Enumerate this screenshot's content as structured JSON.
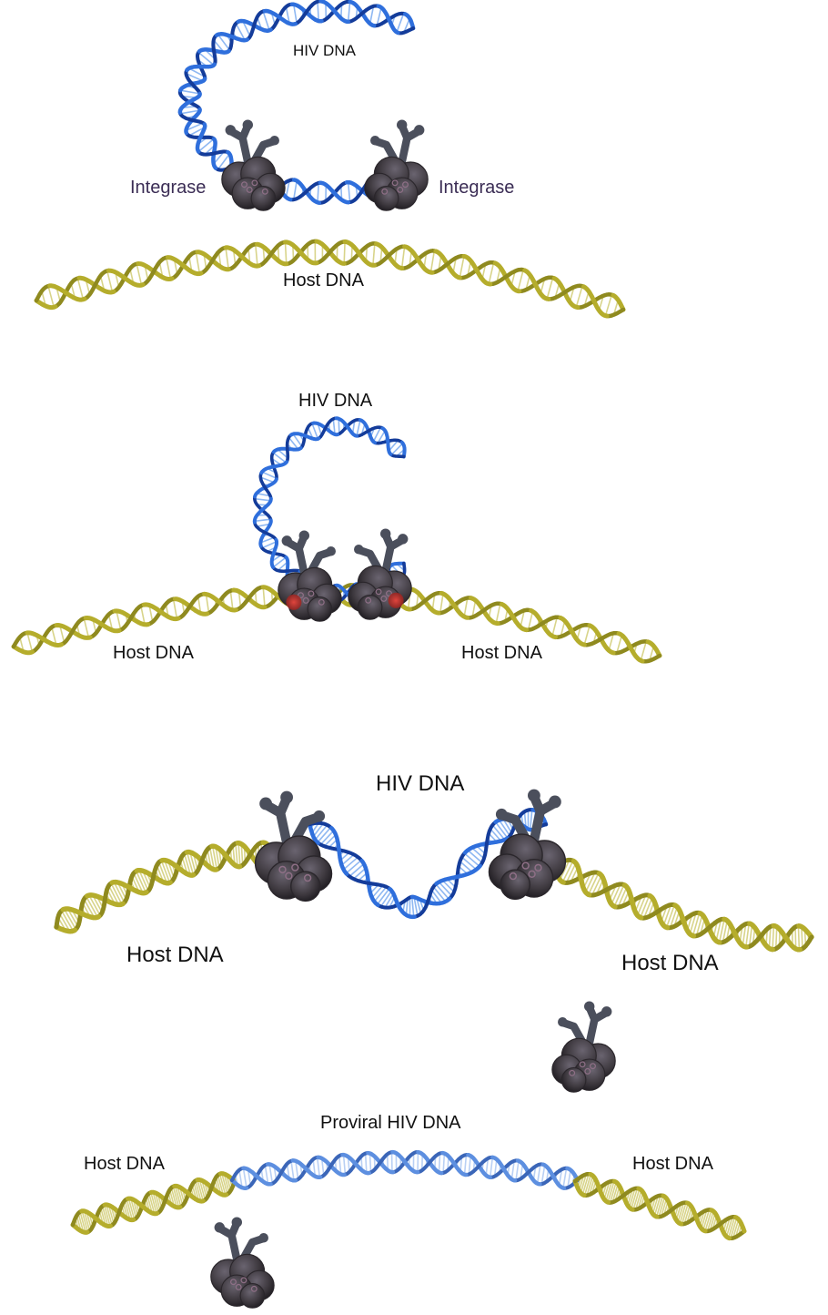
{
  "panel1": {
    "hiv_label": "HIV DNA",
    "host_label": "Host DNA",
    "integrase_left": "Integrase",
    "integrase_right": "Integrase"
  },
  "panel2": {
    "hiv_label": "HIV DNA",
    "host_left": "Host DNA",
    "host_right": "Host DNA"
  },
  "panel3": {
    "hiv_label": "HIV DNA",
    "host_left": "Host DNA",
    "host_right": "Host DNA"
  },
  "panel4": {
    "proviral_label": "Proviral HIV DNA",
    "host_left": "Host DNA",
    "host_right": "Host DNA"
  },
  "colors": {
    "host_strand": "#b5ad2c",
    "host_strand_dark": "#8f8a1f",
    "host_rung": "#d8d48a",
    "hiv_strand": "#2f6fdc",
    "hiv_strand_dark": "#143c9a",
    "hiv_rung": "#8fb8f2",
    "proviral_strand": "#5d8fe0",
    "integrase_body": "#3f3a40",
    "integrase_shade": "#2a262b",
    "integrase_stalk": "#4b4f5c",
    "integrase_spot": "#8e6f86",
    "cleavage_site": "#c4302b"
  },
  "icons": {
    "integrase": "integrase-protein-icon"
  }
}
